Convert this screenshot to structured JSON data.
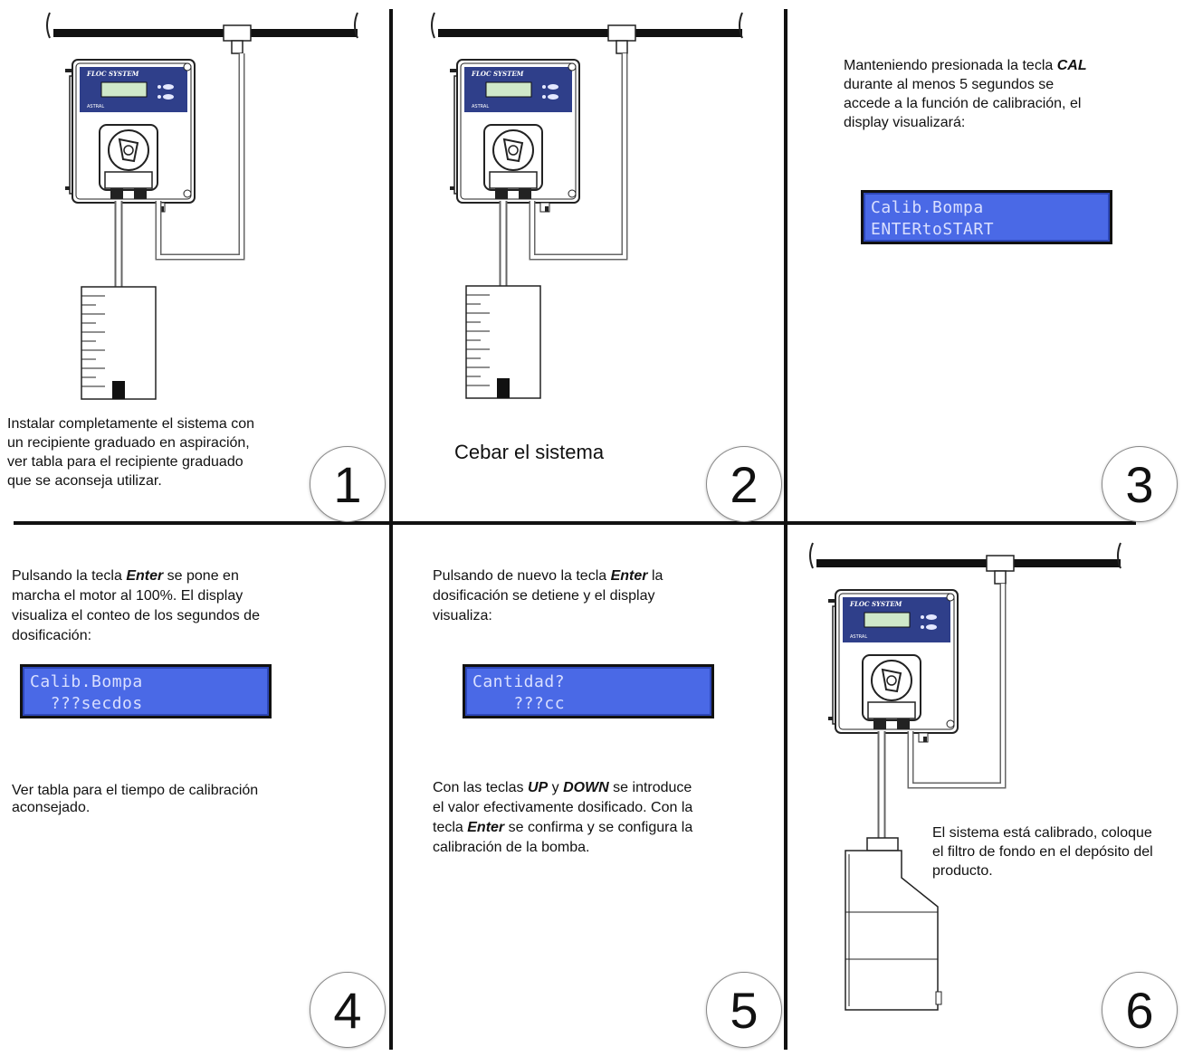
{
  "panels": [
    {
      "step": "1",
      "text": "Instalar completamente el sistema con un recipiente graduado en aspiración, ver tabla para el recipiente graduado que se aconseja utilizar.",
      "text_lines": [
        "Instalar completamente el sistema con",
        "un recipiente graduado en aspiración,",
        "ver tabla para el recipiente graduado",
        "que se aconseja utilizar."
      ]
    },
    {
      "step": "2",
      "caption": "Cebar el sistema"
    },
    {
      "step": "3",
      "text_lines_rich": [
        {
          "pre": "Manteniendo presionada la tecla ",
          "bold": "CAL",
          "post": ""
        },
        {
          "pre": "durante al menos 5 segundos se",
          "bold": "",
          "post": ""
        },
        {
          "pre": "accede a la función de calibración, el",
          "bold": "",
          "post": ""
        },
        {
          "pre": "display visualizará:",
          "bold": "",
          "post": ""
        }
      ],
      "display": {
        "line1": "Calib.Bompa",
        "line2": "ENTERtoSTART"
      }
    },
    {
      "step": "4",
      "text_lines_rich": [
        {
          "pre": "Pulsando la tecla ",
          "bold": "Enter",
          "post": " se pone en"
        },
        {
          "pre": "marcha el motor al 100%. El display",
          "bold": "",
          "post": ""
        },
        {
          "pre": "visualiza el conteo de los segundos de",
          "bold": "",
          "post": ""
        },
        {
          "pre": "dosificación:",
          "bold": "",
          "post": ""
        }
      ],
      "display": {
        "line1": "Calib.Bompa",
        "line2": "  ???secdos"
      },
      "note_lines": [
        "Ver tabla para el tiempo de calibración",
        "aconsejado."
      ]
    },
    {
      "step": "5",
      "text_lines_rich": [
        {
          "pre": "Pulsando de nuevo la tecla ",
          "bold": "Enter",
          "post": " la"
        },
        {
          "pre": "dosificación se detiene y el display",
          "bold": "",
          "post": ""
        },
        {
          "pre": "visualiza:",
          "bold": "",
          "post": ""
        }
      ],
      "display": {
        "line1": "Cantidad?",
        "line2": "    ???cc"
      },
      "note_lines_rich": [
        {
          "a": "Con las teclas ",
          "b1": "UP",
          "c": " y ",
          "b2": "DOWN",
          "d": " se introduce"
        },
        {
          "a": "el valor efectivamente dosificado. Con la",
          "b1": "",
          "c": "",
          "b2": "",
          "d": ""
        },
        {
          "a": "tecla ",
          "b1": "Enter",
          "c": " se confirma y se configura la",
          "b2": "",
          "d": ""
        },
        {
          "a": "calibración de la bomba.",
          "b1": "",
          "c": "",
          "b2": "",
          "d": ""
        }
      ]
    },
    {
      "step": "6",
      "text_lines": [
        "El sistema está calibrado, coloque",
        "el filtro de fondo en el depósito del",
        "producto."
      ]
    }
  ],
  "pump": {
    "brand_label": "FLOC SYSTEM",
    "maker_label": "ASTRAL"
  },
  "colors": {
    "lcd_bg": "#4a69e6",
    "lcd_text": "#d9dfff",
    "pump_panel": "#2f3f8a",
    "lines": "#111111"
  },
  "icons": [
    "pump-icon",
    "pipe-icon",
    "graduated-cylinder-icon",
    "tank-icon"
  ]
}
